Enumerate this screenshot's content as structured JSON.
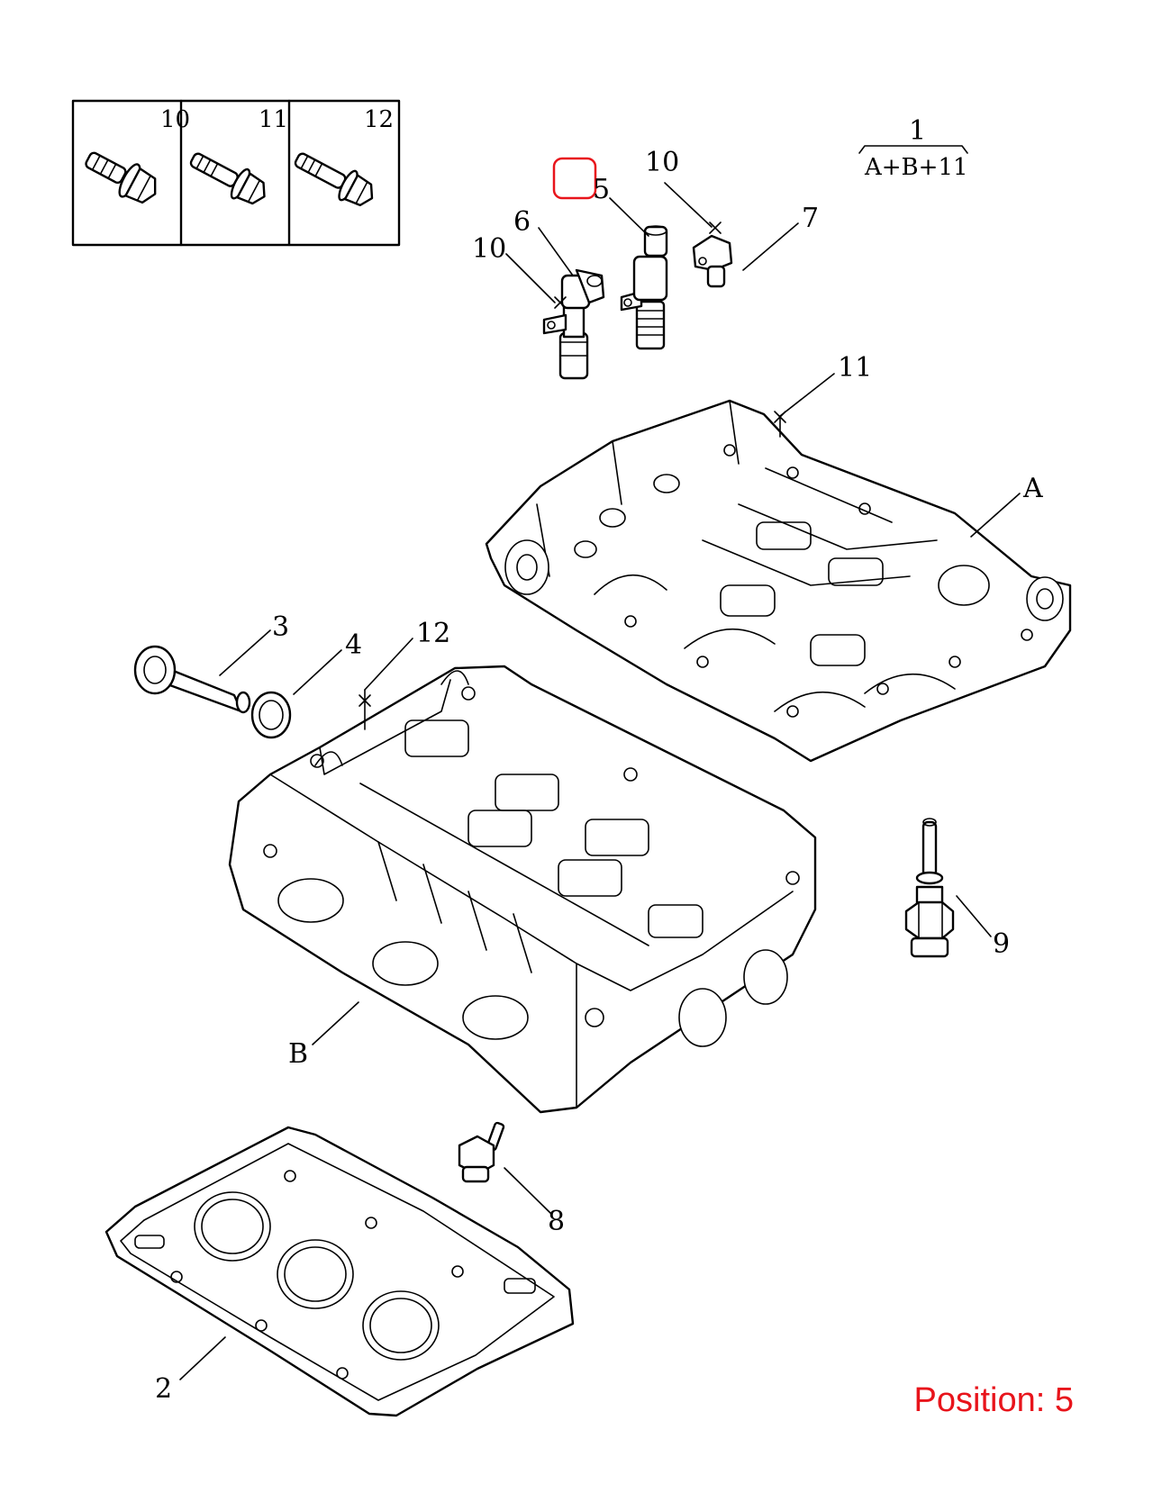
{
  "figure": {
    "assembly": {
      "number": "1",
      "formula": "A+B+11"
    },
    "callouts": {
      "c2": "2",
      "c3": "3",
      "c4": "4",
      "c5": "5",
      "c6": "6",
      "c7": "7",
      "c8": "8",
      "c9": "9",
      "c10a": "10",
      "c10b": "10",
      "c11": "11",
      "c12": "12",
      "cA": "A",
      "cB": "B"
    },
    "bolt_panel": {
      "labels": [
        "10",
        "11",
        "12"
      ]
    },
    "highlight_color": "#e8141b"
  },
  "status": {
    "position_text": "Position: 5"
  }
}
